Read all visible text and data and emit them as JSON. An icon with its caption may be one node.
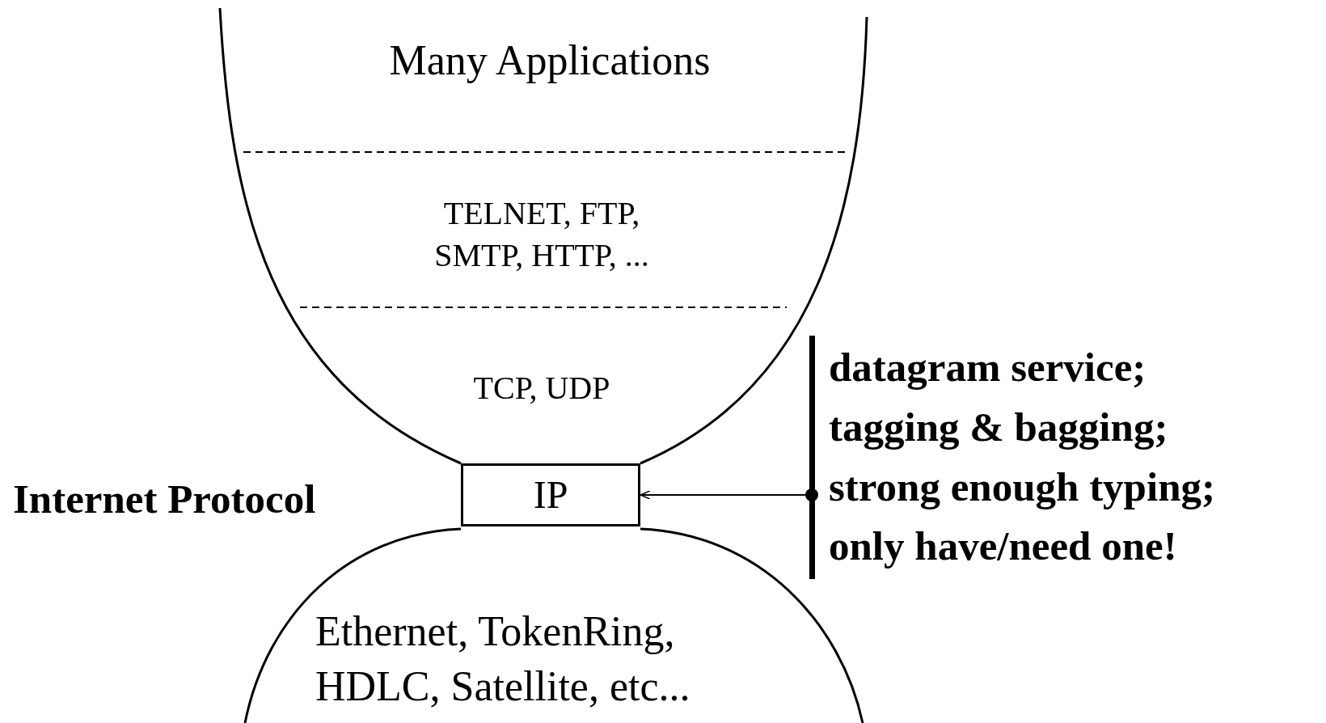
{
  "diagram": {
    "nodes": [
      {
        "text": [
          "Many Applications"
        ]
      },
      {
        "text": [
          "TELNET, FTP, SMTP, HTTP, ..."
        ]
      },
      {
        "text": [
          "TCP, UDP"
        ]
      },
      {
        "text": [
          "IP"
        ],
        "beside": [
          "Internet Protocol"
        ]
      },
      {
        "text": [
          "datagram service;",
          "tagging & bagging;",
          "strong enough typing;",
          "only have/need one!"
        ]
      },
      {
        "text": [
          "Ethernet, TokenRing, HDLC, Satellite, etc..."
        ]
      }
    ],
    "edges": [
      {
        "from": 4,
        "to": 3,
        "arrow": "to"
      }
    ]
  }
}
